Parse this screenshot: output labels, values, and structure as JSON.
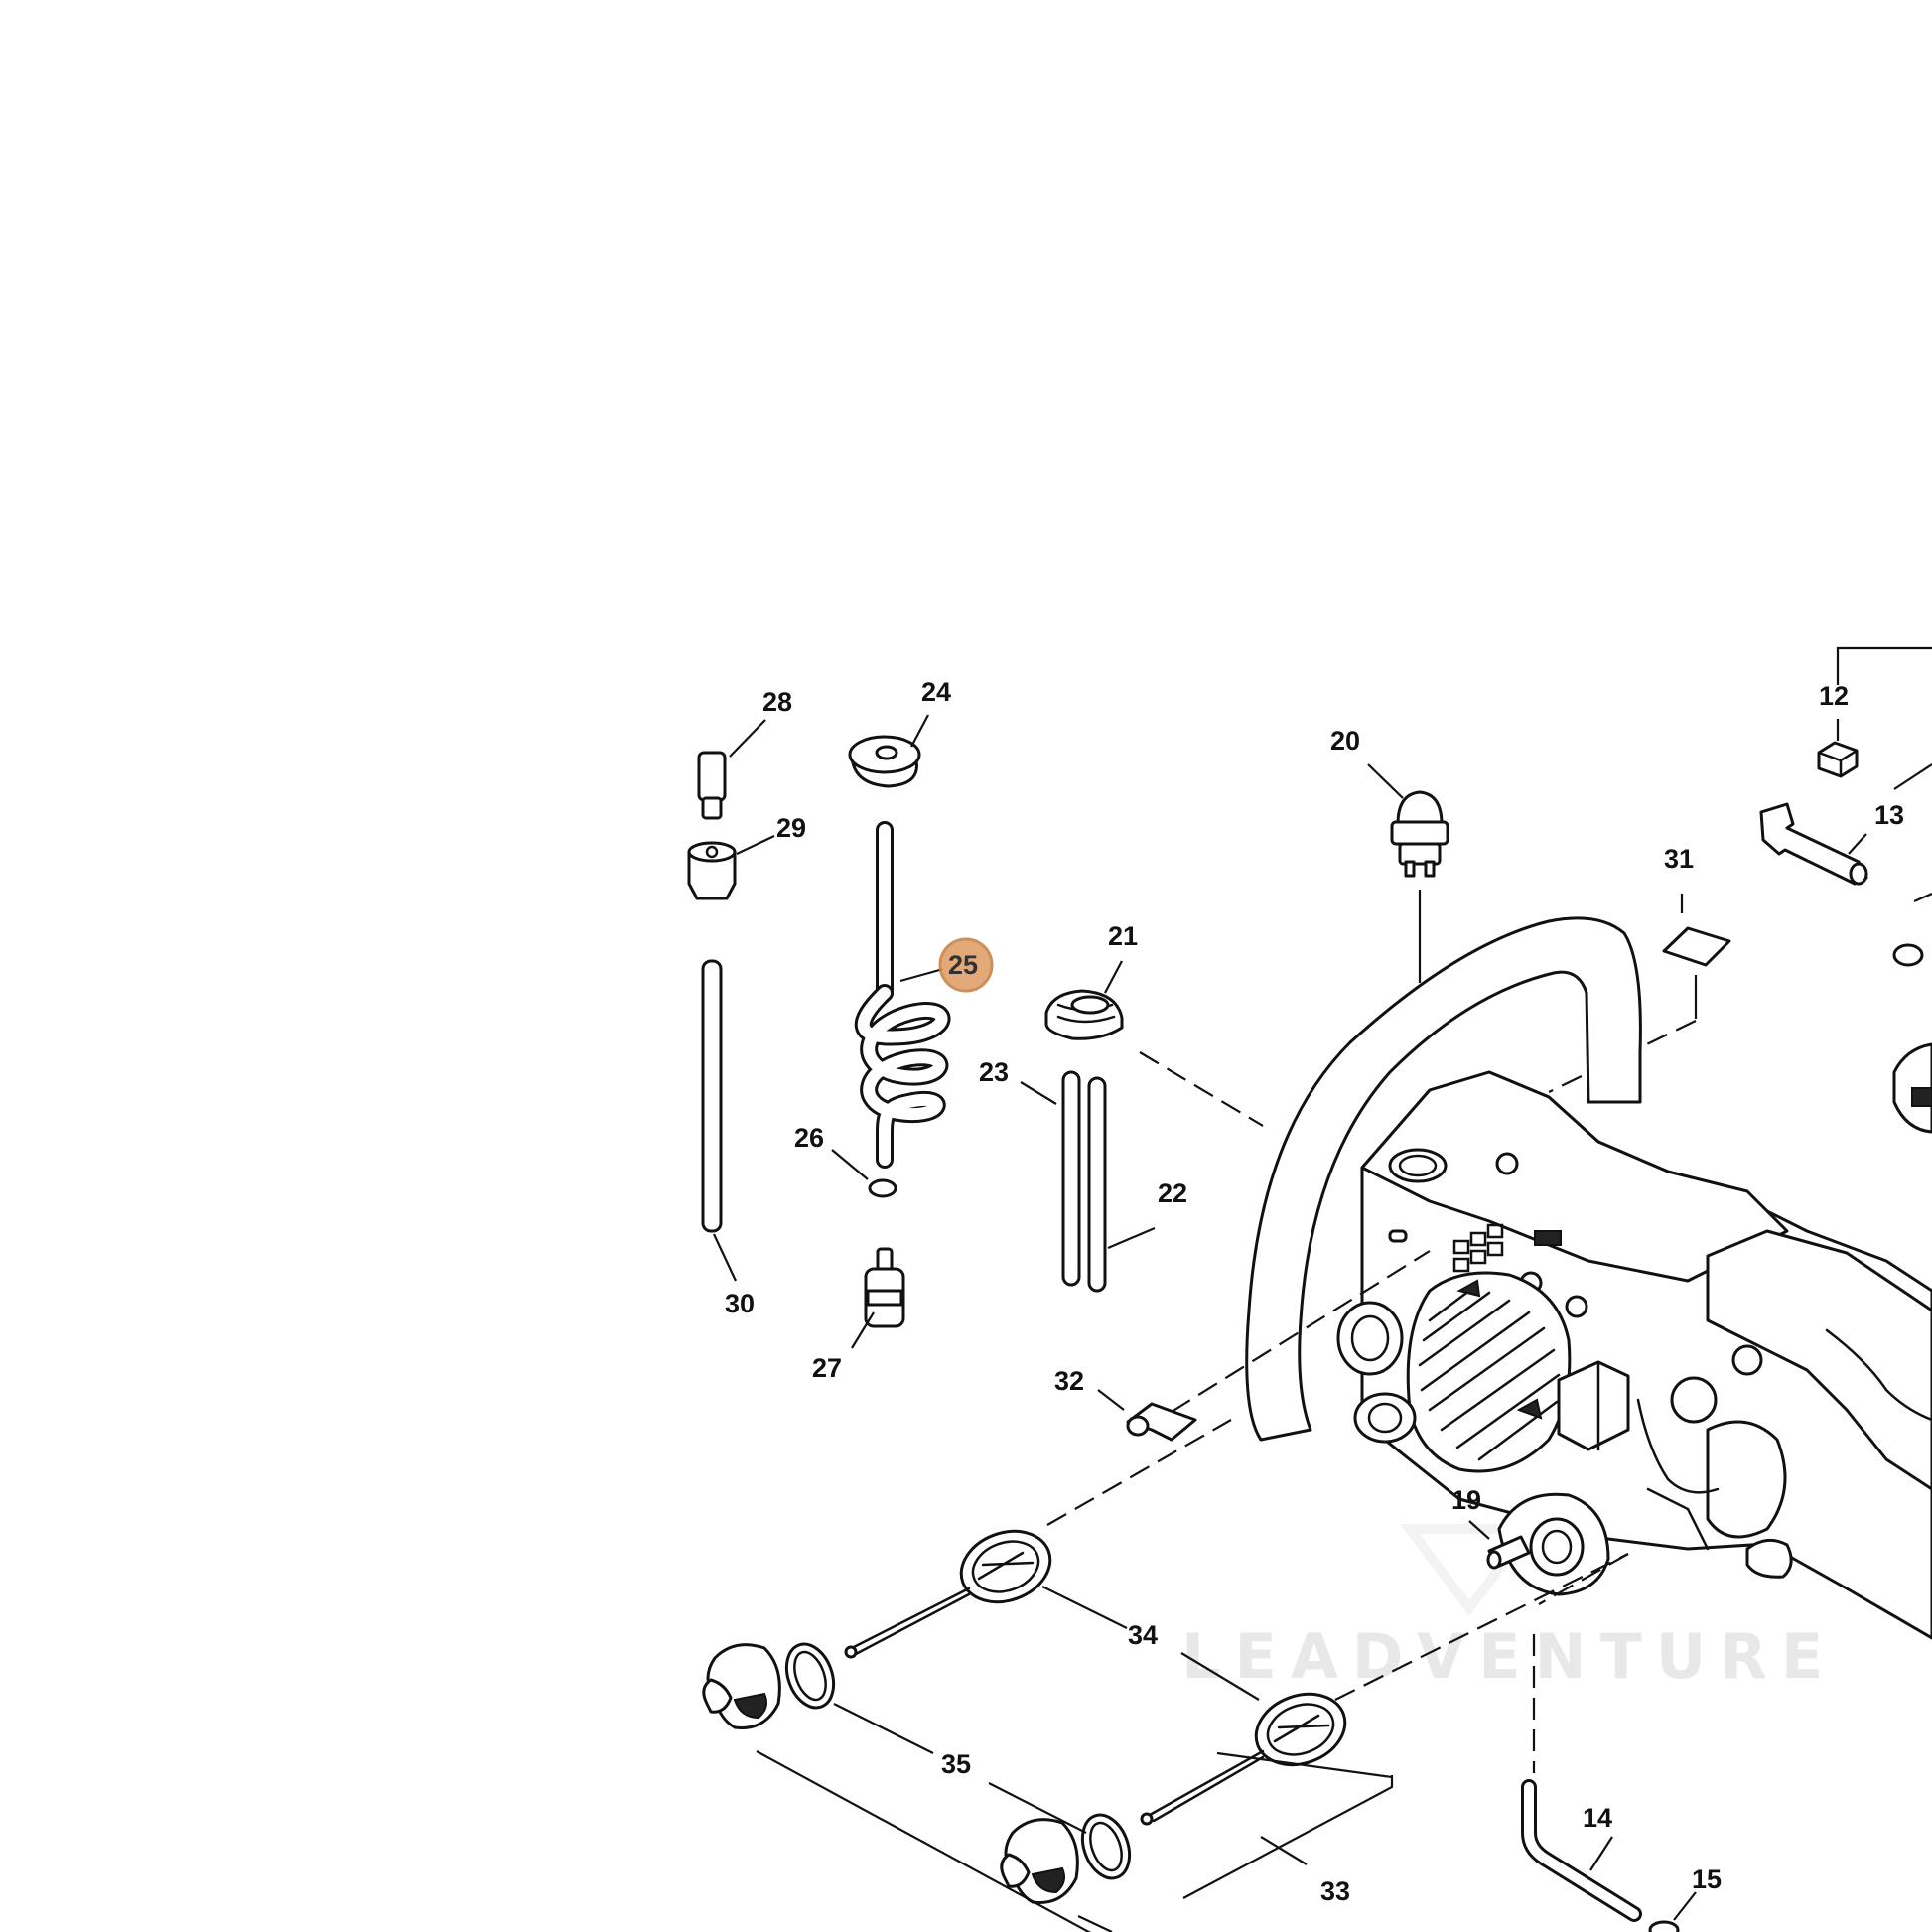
{
  "diagram": {
    "highlight_color": "#e0a06a",
    "highlighted_part": "25",
    "watermark": "LEADVENTURE",
    "labels": {
      "p12": "12",
      "p13": "13",
      "p14": "14",
      "p15": "15",
      "p19": "19",
      "p20": "20",
      "p21": "21",
      "p22": "22",
      "p23": "23",
      "p24": "24",
      "p25": "25",
      "p26": "26",
      "p27": "27",
      "p28": "28",
      "p29": "29",
      "p30": "30",
      "p31": "31",
      "p32": "32",
      "p33": "33",
      "p34": "34",
      "p35": "35"
    }
  }
}
